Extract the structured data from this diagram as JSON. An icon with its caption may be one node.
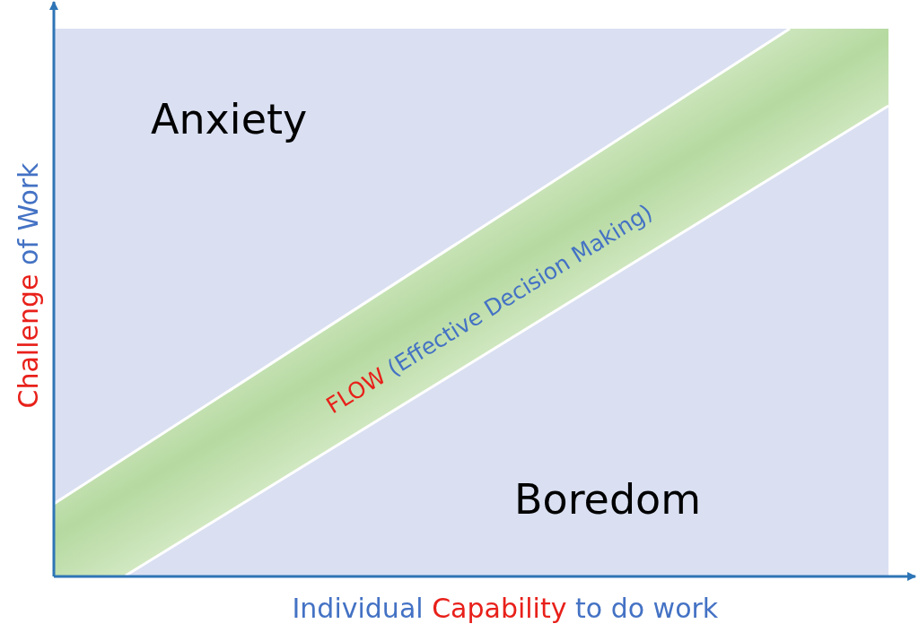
{
  "diagram": {
    "labels": [
      "Anxiety",
      "*FLOW* (Effective Decision Making)",
      "Boredom",
      "*Challenge* of Work",
      "Individual *Capability* to do work"
    ]
  }
}
